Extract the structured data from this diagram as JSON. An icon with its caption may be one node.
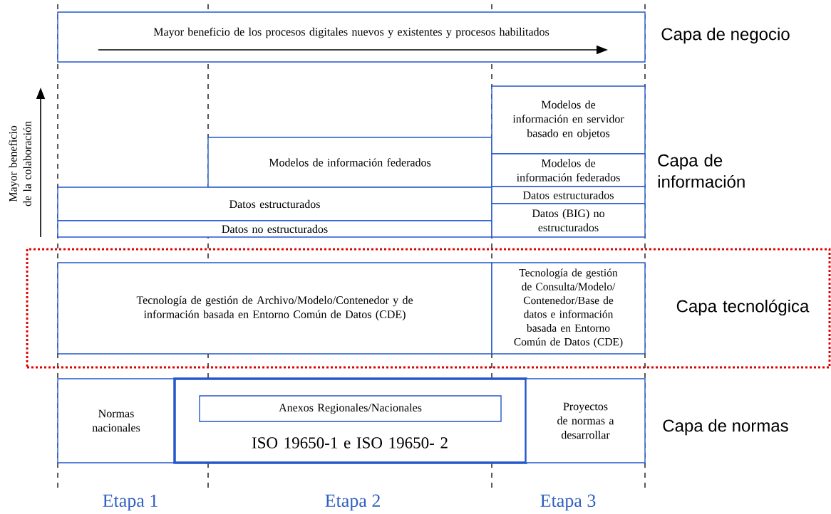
{
  "diagram": {
    "nodes": [
      {
        "text": [
          "Mayor beneficio de los procesos digitales nuevos y existentes y procesos habilitados"
        ]
      },
      {
        "text": [
          "Modelos de información federados"
        ]
      },
      {
        "text": [
          "Datos estructurados"
        ]
      },
      {
        "text": [
          "Datos no estructurados"
        ]
      },
      {
        "text": [
          "Modelos de información en servidor basado en objetos"
        ]
      },
      {
        "text": [
          "Modelos de información federados"
        ]
      },
      {
        "text": [
          "Datos estructurados"
        ]
      },
      {
        "text": [
          "Datos (BIG) no estructurados"
        ]
      },
      {
        "text": [
          "Capa tecnológica"
        ]
      },
      {
        "text": [
          "Tecnología de gestión de Archivo/Modelo/Contenedor y de información basada en Entorno Común de Datos (CDE)"
        ],
        "in": 8
      },
      {
        "text": [
          "Tecnología de gestión de Consulta/Modelo/ Contenedor/Base de datos e información basada en Entorno Común de Datos (CDE)"
        ],
        "in": 8
      },
      {
        "text": [
          "Normas nacionales"
        ]
      },
      {
        "text": [
          "ISO 19650-1 e ISO 19650- 2"
        ]
      },
      {
        "text": [
          "Anexos Regionales/Nacionales"
        ],
        "in": 12
      },
      {
        "text": [
          "Proyectos de normas a desarrollar"
        ]
      }
    ],
    "labels": [
      "Capa de negocio",
      "Mayor beneficio de la colaboración",
      "Capa de información",
      "Capa de normas",
      "Etapa 1",
      "Etapa 2",
      "Etapa 3"
    ]
  }
}
